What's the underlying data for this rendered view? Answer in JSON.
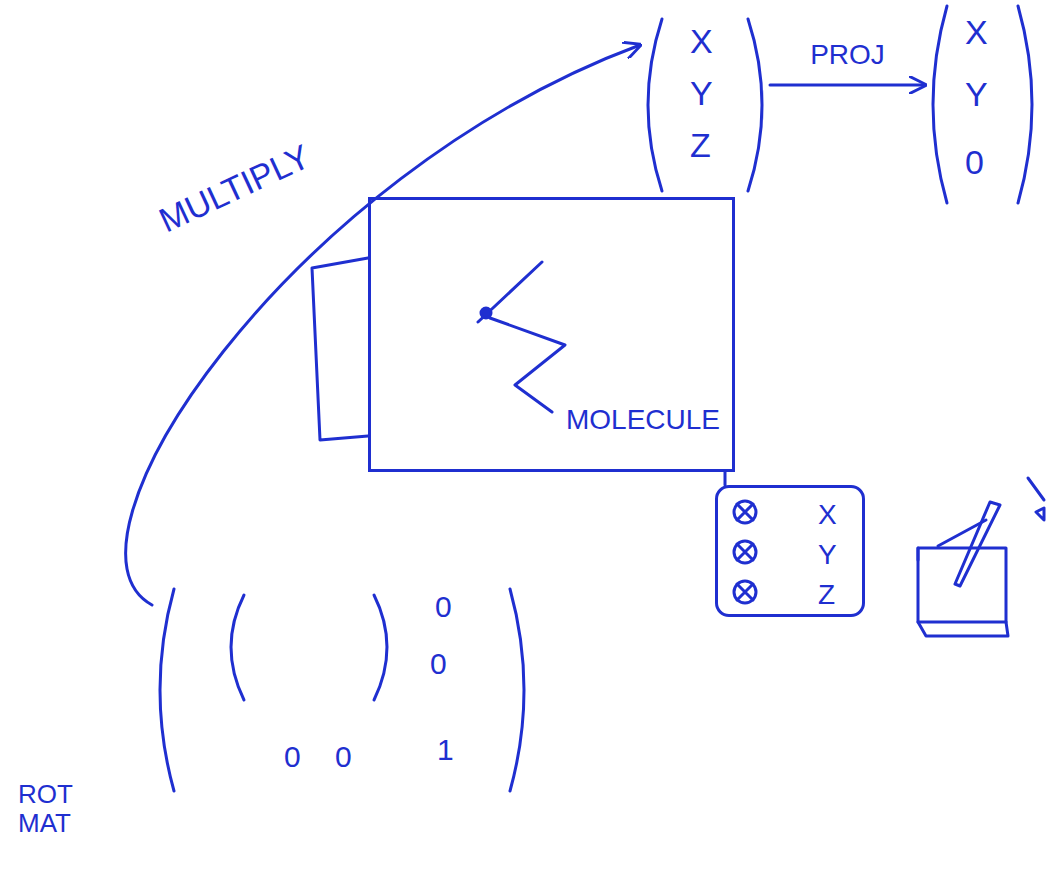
{
  "diagram": {
    "nodes": [
      {
        "text": [
          "X",
          "Y",
          "Z"
        ]
      },
      {
        "text": [
          "X",
          "Y",
          "0"
        ]
      },
      {
        "text": [
          "MOLECULE"
        ]
      },
      {
        "text": [
          "X",
          "Y",
          "Z"
        ]
      },
      {
        "text": [
          "0",
          "0",
          "0",
          "0",
          "1",
          "ROT MAT"
        ]
      }
    ],
    "edges": [
      {
        "from": 4,
        "to": 0,
        "arrow": "to",
        "label": "MULTIPLY"
      },
      {
        "from": 0,
        "to": 1,
        "arrow": "to",
        "label": "PROJ"
      },
      {
        "from": 2,
        "to": 3,
        "arrow": "none"
      }
    ]
  }
}
